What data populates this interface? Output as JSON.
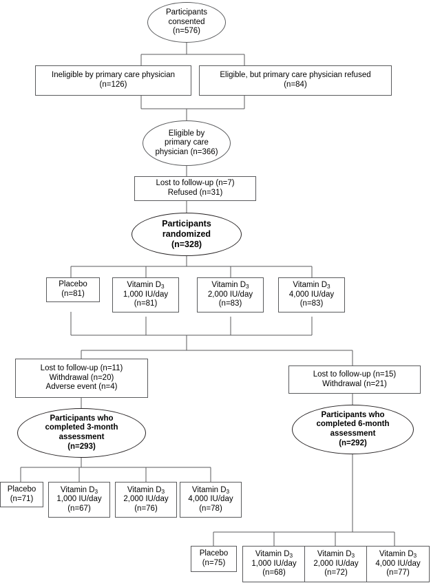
{
  "diagram": {
    "title": "CONSORT participant flow diagram",
    "stroke_color": "#58595b",
    "text_color": "#000000",
    "background": "#ffffff"
  },
  "nodes": {
    "consented": {
      "shape": "oval",
      "lines": [
        "Participants",
        "consented",
        "(n=576)"
      ]
    },
    "ineligible": {
      "shape": "box",
      "lines": [
        "Ineligible by primary care physician",
        "(n=126)"
      ]
    },
    "refused_pcp": {
      "shape": "box",
      "lines": [
        "Eligible, but primary care physician refused",
        "(n=84)"
      ]
    },
    "eligible": {
      "shape": "oval",
      "lines": [
        "Eligible by",
        "primary care",
        "physician (n=366)"
      ]
    },
    "pre_rand_loss": {
      "shape": "box",
      "lines": [
        "Lost to follow-up (n=7)",
        "Refused (n=31)"
      ]
    },
    "randomized": {
      "shape": "oval",
      "bold": true,
      "lines": [
        "Participants",
        "randomized",
        "(n=328)"
      ]
    },
    "arm_placebo": {
      "shape": "box",
      "lines": [
        "Placebo",
        "(n=81)"
      ]
    },
    "arm_1000": {
      "shape": "box",
      "lines": [
        "Vitamin D3",
        "1,000 IU/day",
        "(n=81)"
      ]
    },
    "arm_2000": {
      "shape": "box",
      "lines": [
        "Vitamin D3",
        "2,000 IU/day",
        "(n=83)"
      ]
    },
    "arm_4000": {
      "shape": "box",
      "lines": [
        "Vitamin D3",
        "4,000 IU/day",
        "(n=83)"
      ]
    },
    "loss_3month": {
      "shape": "box",
      "lines": [
        "Lost to follow-up (n=11)",
        "Withdrawal (n=20)",
        "Adverse event (n=4)"
      ]
    },
    "loss_6month": {
      "shape": "box",
      "lines": [
        "Lost to follow-up (n=15)",
        "Withdrawal (n=21)"
      ]
    },
    "completed_3month": {
      "shape": "oval",
      "bold": true,
      "lines": [
        "Participants who",
        "completed 3-month",
        "assessment",
        "(n=293)"
      ]
    },
    "completed_6month": {
      "shape": "oval",
      "bold": true,
      "lines": [
        "Participants who",
        "completed 6-month",
        "assessment",
        "(n=292)"
      ]
    },
    "m3_placebo": {
      "shape": "box",
      "lines": [
        "Placebo",
        "(n=71)"
      ]
    },
    "m3_1000": {
      "shape": "box",
      "lines": [
        "Vitamin D3",
        "1,000 IU/day",
        "(n=67)"
      ]
    },
    "m3_2000": {
      "shape": "box",
      "lines": [
        "Vitamin D3",
        "2,000 IU/day",
        "(n=76)"
      ]
    },
    "m3_4000": {
      "shape": "box",
      "lines": [
        "Vitamin D3",
        "4,000 IU/day",
        "(n=78)"
      ]
    },
    "m6_placebo": {
      "shape": "box",
      "lines": [
        "Placebo",
        "(n=75)"
      ]
    },
    "m6_1000": {
      "shape": "box",
      "lines": [
        "Vitamin D3",
        "1,000 IU/day",
        "(n=68)"
      ]
    },
    "m6_2000": {
      "shape": "box",
      "lines": [
        "Vitamin D3",
        "2,000 IU/day",
        "(n=72)"
      ]
    },
    "m6_4000": {
      "shape": "box",
      "lines": [
        "Vitamin D3",
        "4,000 IU/day",
        "(n=77)"
      ]
    }
  }
}
